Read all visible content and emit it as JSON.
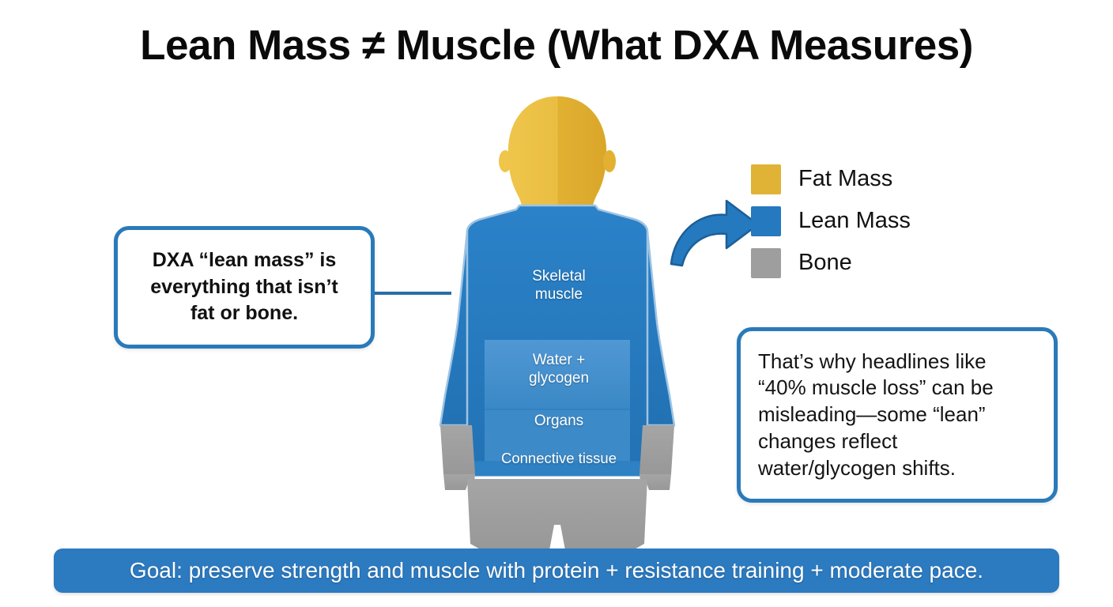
{
  "title": "Lean Mass ≠ Muscle (What DXA Measures)",
  "colors": {
    "fat": "#E0B336",
    "fat_dark": "#D9A92C",
    "lean": "#2579BE",
    "lean_band": "#3E8CCB",
    "bone": "#9E9E9E",
    "border": "#2A7AB9",
    "banner": "#2C7AC0",
    "background": "#FFFFFF",
    "title_text": "#0A0A0A"
  },
  "legend": {
    "items": [
      {
        "label": "Fat Mass",
        "color": "#E0B336",
        "swatch_icon": "color-swatch-icon"
      },
      {
        "label": "Lean Mass",
        "color": "#2579BE",
        "swatch_icon": "color-swatch-icon"
      },
      {
        "label": "Bone",
        "color": "#9E9E9E",
        "swatch_icon": "color-swatch-icon"
      }
    ]
  },
  "figure": {
    "labels": {
      "skeletal_muscle": "Skeletal\nmuscle",
      "skeletal_muscle_line1": "Skeletal",
      "skeletal_muscle_line2": "muscle",
      "water_glycogen_line1": "Water +",
      "water_glycogen_line2": "glycogen",
      "organs": "Organs",
      "connective_tissue": "Connective tissue"
    },
    "regions": [
      {
        "name": "head",
        "legend": "Fat Mass",
        "color": "#E0B336"
      },
      {
        "name": "neck",
        "legend": "Fat Mass",
        "color": "#E0B336"
      },
      {
        "name": "torso",
        "legend": "Lean Mass",
        "color": "#2579BE"
      },
      {
        "name": "arms",
        "legend": "Lean Mass",
        "color": "#2579BE"
      },
      {
        "name": "hands",
        "legend": "Bone",
        "color": "#9E9E9E"
      },
      {
        "name": "hips-legs",
        "legend": "Bone",
        "color": "#9E9E9E"
      }
    ]
  },
  "callouts": {
    "left": {
      "line1": "DXA “lean mass” is",
      "line2": "everything that isn’t",
      "line3": "fat or bone."
    },
    "right": {
      "line1": "That’s why headlines like",
      "line2": "“40% muscle loss” can be",
      "line3": "misleading—some “lean”",
      "line4": "changes reflect",
      "line5": "water/glycogen shifts."
    }
  },
  "arrow": {
    "icon": "curved-arrow-icon",
    "direction": "up-right",
    "color": "#2579BE"
  },
  "banner": {
    "text": "Goal: preserve strength and muscle with protein + resistance training + moderate pace."
  }
}
